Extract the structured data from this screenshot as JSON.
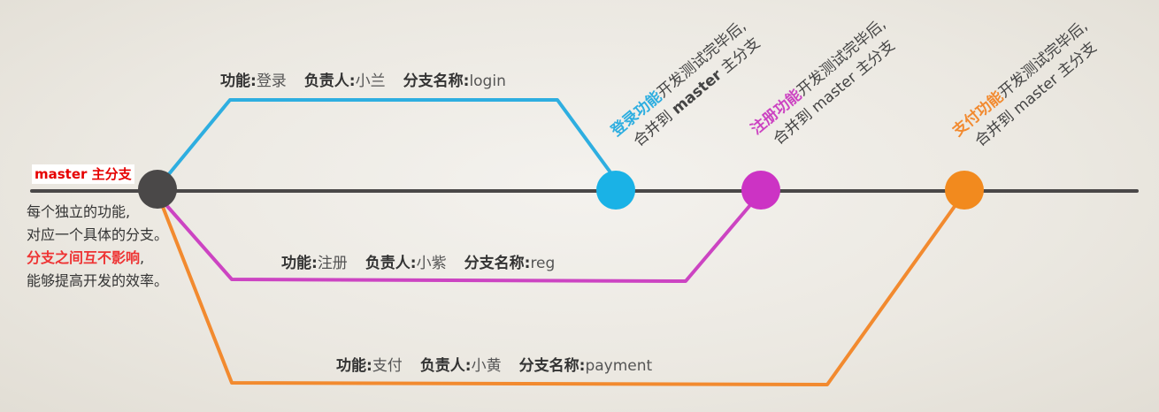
{
  "colors": {
    "master": "#4a4848",
    "login": "#2eaee0",
    "reg": "#cc44c2",
    "payment": "#f28a2f",
    "highlight_red": "#e33333"
  },
  "master": {
    "tag": "master 主分支",
    "description": {
      "line1": "每个独立的功能,",
      "line2": "对应一个具体的分支。",
      "line3_highlight": "分支之间互不影响",
      "line3_tail": ",",
      "line4": "能够提高开发的效率。"
    }
  },
  "branches": {
    "login": {
      "feature_key": "功能:",
      "feature_val": "登录",
      "owner_key": "负责人:",
      "owner_val": "小兰",
      "branch_key": "分支名称:",
      "branch_val": "login",
      "merge_highlight": "登录功能",
      "merge_line1_tail": "开发测试完毕后,",
      "merge_line2_pre": "合并到 ",
      "merge_line2_master": "master",
      "merge_line2_post": " 主分支"
    },
    "reg": {
      "feature_key": "功能:",
      "feature_val": "注册",
      "owner_key": "负责人:",
      "owner_val": "小紫",
      "branch_key": "分支名称:",
      "branch_val": "reg",
      "merge_highlight": "注册功能",
      "merge_line1_tail": "开发测试完毕后,",
      "merge_line2_pre": "合并到 ",
      "merge_line2_master": "master",
      "merge_line2_post": " 主分支"
    },
    "payment": {
      "feature_key": "功能:",
      "feature_val": "支付",
      "owner_key": "负责人:",
      "owner_val": "小黄",
      "branch_key": "分支名称:",
      "branch_val": "payment",
      "merge_highlight": "支付功能",
      "merge_line1_tail": "开发测试完毕后,",
      "merge_line2_pre": "合并到 ",
      "merge_line2_master": "master",
      "merge_line2_post": " 主分支"
    }
  }
}
